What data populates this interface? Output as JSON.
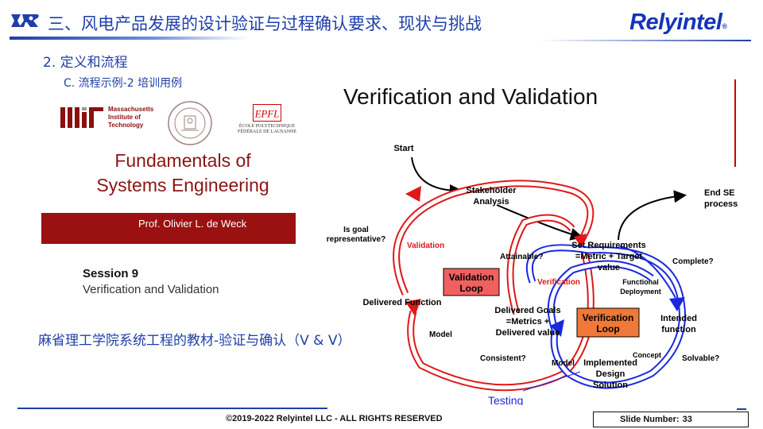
{
  "header": {
    "title": "三、风电产品发展的设计验证与过程确认要求、现状与挑战",
    "brand": "Relyintel",
    "brand_mark": "®"
  },
  "section": "2. 定义和流程",
  "subsection": "C.  流程示例-2 培训用例",
  "left_panel": {
    "mit_text": [
      "Massachusetts",
      "Institute of",
      "Technology"
    ],
    "epfl_text": [
      "ÉCOLE POLYTECHNIQUE",
      "FÉDÉRALE DE LAUSANNE"
    ],
    "course_title_1": "Fundamentals of",
    "course_title_2": "Systems Engineering",
    "professor": "Prof. Olivier L. de Weck",
    "session": "Session 9",
    "session_topic": "Verification and Validation"
  },
  "caption": "麻省理工学院系统工程的教材-验证与确认（V & V）",
  "diagram": {
    "title": "Verification and Validation",
    "labels": {
      "start": "Start",
      "stakeholder": [
        "Stakeholder",
        "Analysis"
      ],
      "end": [
        "End SE",
        "process"
      ],
      "is_goal": [
        "Is goal",
        "representative?"
      ],
      "validation": "Validation",
      "attainable": "Attainable?",
      "set_req": [
        "Set Requirements",
        "=Metric + Target",
        "value"
      ],
      "complete": "Complete?",
      "verification": "Verification",
      "functional": [
        "Functional",
        "Deployment"
      ],
      "validation_loop": [
        "Validation",
        "Loop"
      ],
      "delivered_function": "Delivered Function",
      "delivered_goals": [
        "Delivered Goals",
        "=Metrics +",
        "Delivered value"
      ],
      "verification_loop": [
        "Verification",
        "Loop"
      ],
      "intended": [
        "Intended",
        "function"
      ],
      "model_left": "Model",
      "concept": "Concept",
      "solvable": "Solvable?",
      "consistent": "Consistent?",
      "model_right": "Model",
      "implemented": [
        "Implemented",
        "Design",
        "Solution"
      ],
      "testing": "Testing"
    }
  },
  "footer": {
    "copyright": "©2019-2022 Relyintel LLC - ALL RIGHTS RESERVED",
    "slide_label": "Slide Number:",
    "slide_number": "33"
  },
  "colors": {
    "primary_blue": "#1f3fa8",
    "mit_red": "#8b1414",
    "loop_red": "#e01818",
    "loop_blue": "#1a28e0",
    "validation_box": "#f06060",
    "verification_box": "#f07838"
  }
}
